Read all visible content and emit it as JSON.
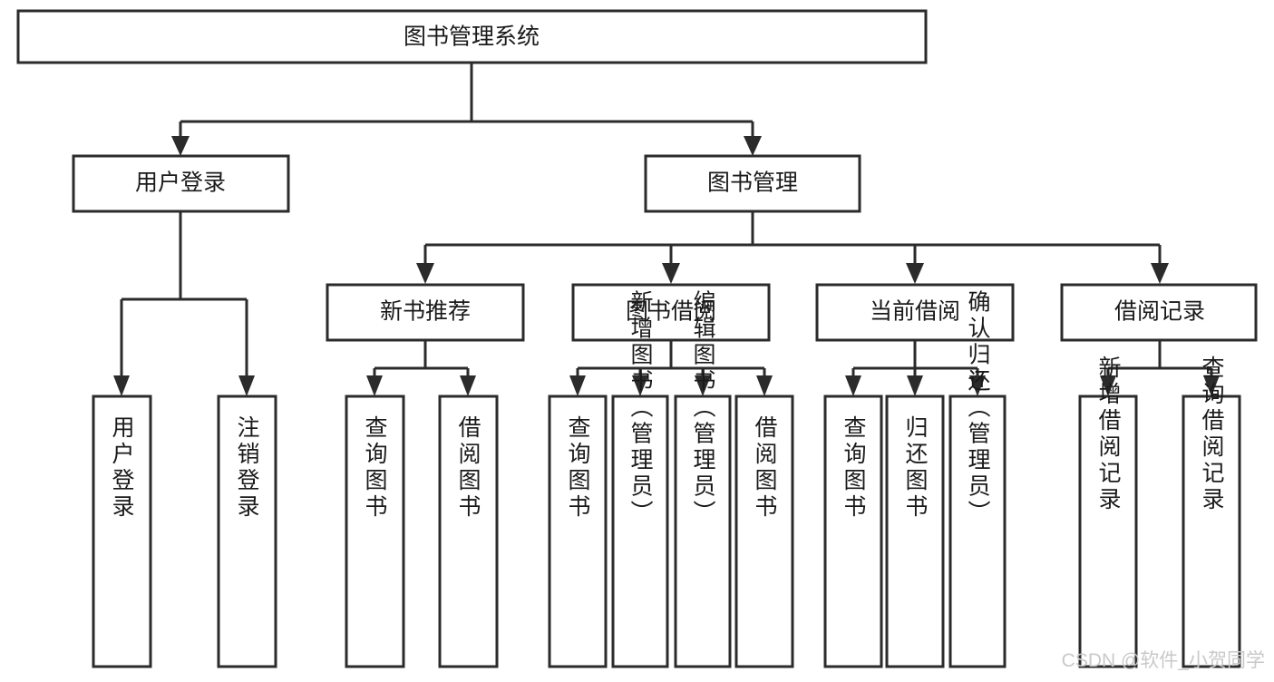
{
  "diagram": {
    "title_node": {
      "id": "root",
      "label": "图书管理系统"
    },
    "level2": [
      {
        "id": "user-login",
        "label": "用户登录"
      },
      {
        "id": "book-management",
        "label": "图书管理"
      }
    ],
    "level3": [
      {
        "id": "new-book-recommend",
        "label": "新书推荐"
      },
      {
        "id": "book-borrow",
        "label": "图书借阅"
      },
      {
        "id": "current-borrow",
        "label": "当前借阅"
      },
      {
        "id": "borrow-record",
        "label": "借阅记录"
      }
    ],
    "leaves": {
      "user-login": [
        {
          "id": "leaf-user-login",
          "label": "用户登录"
        },
        {
          "id": "leaf-logout",
          "label": "注销登录"
        }
      ],
      "new-book-recommend": [
        {
          "id": "leaf-query-book-1",
          "label": "查询图书"
        },
        {
          "id": "leaf-borrow-book-1",
          "label": "借阅图书"
        }
      ],
      "book-borrow": [
        {
          "id": "leaf-query-book-2",
          "label": "查询图书"
        },
        {
          "id": "leaf-add-book",
          "label": "新增图书（管理员）"
        },
        {
          "id": "leaf-edit-book",
          "label": "编辑图书（管理员）"
        },
        {
          "id": "leaf-borrow-book-2",
          "label": "借阅图书"
        }
      ],
      "current-borrow": [
        {
          "id": "leaf-query-book-3",
          "label": "查询图书"
        },
        {
          "id": "leaf-return-book",
          "label": "归还图书"
        },
        {
          "id": "leaf-confirm-return",
          "label": "确认归还（管理员）"
        }
      ],
      "borrow-record": [
        {
          "id": "leaf-add-record",
          "label": "新增借阅记录"
        },
        {
          "id": "leaf-query-record",
          "label": "查询借阅记录"
        }
      ]
    }
  },
  "watermark": {
    "text": "CSDN @软件_小贺同学"
  },
  "colors": {
    "stroke": "#2b2b2b",
    "fill": "#ffffff",
    "text": "#1a1a1a",
    "watermark": "#c9c9c9"
  }
}
